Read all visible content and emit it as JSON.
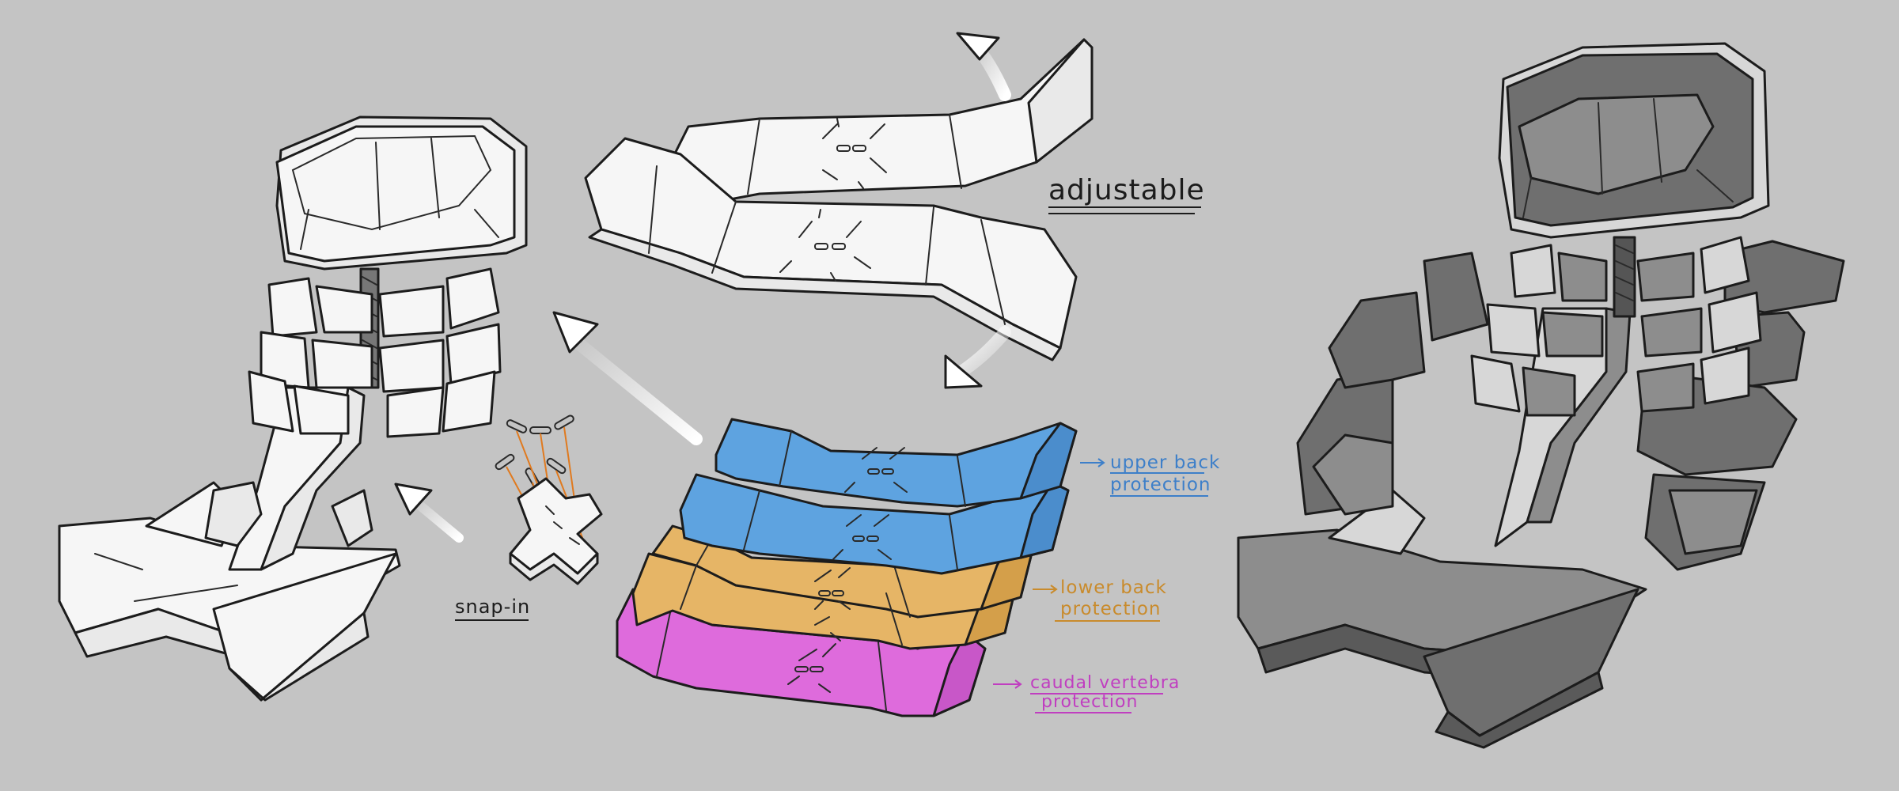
{
  "labels": {
    "adjustable": "adjustable",
    "snap_in": "snap-in",
    "upper_back_line1": "upper back",
    "upper_back_line2": "protection",
    "lower_back_line1": "lower back",
    "lower_back_line2": "protection",
    "caudal_line1": "caudal vertebra",
    "caudal_line2": "protection"
  },
  "colors": {
    "background": "#c4c4c4",
    "upper_back": "#5ea3e0",
    "lower_back": "#e6b566",
    "caudal": "#de6bdc",
    "upper_back_label": "#3d7fc9",
    "lower_back_label": "#c98b2c",
    "caudal_label": "#c03ec0",
    "snap_pins": "#e07a1f"
  }
}
